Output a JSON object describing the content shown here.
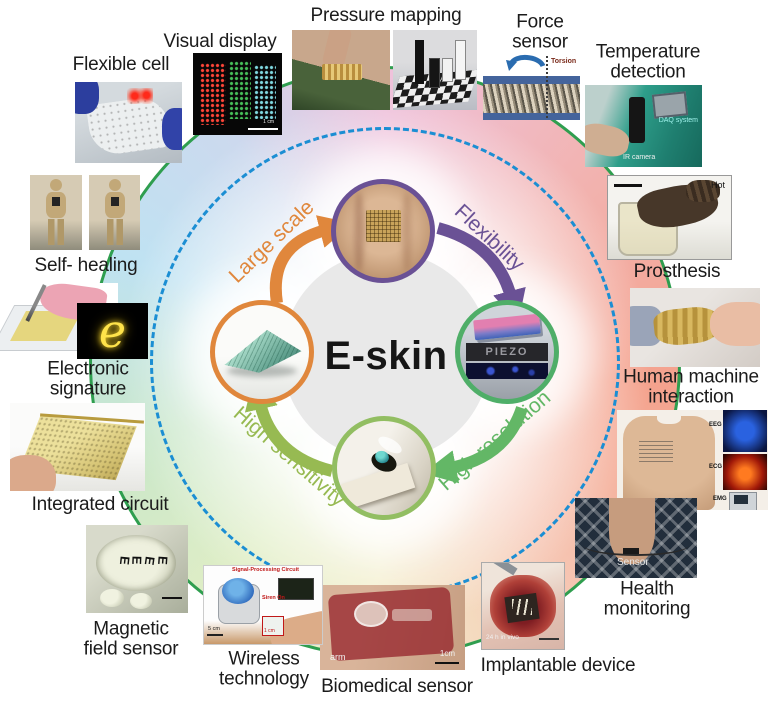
{
  "center_label": "E-skin",
  "cycle": {
    "large_scale": "Large scale",
    "flexibility": "Flexibility",
    "high_resolution": "High resolution",
    "high_sensitivity": "High sensitivity"
  },
  "labels": {
    "flexible_cell": "Flexible cell",
    "visual_display": "Visual display",
    "pressure_mapping": "Pressure mapping",
    "force_sensor": "Force sensor",
    "temperature_detection": "Temperature detection",
    "prosthesis": "Prosthesis",
    "human_machine_interaction": "Human machine interaction",
    "health_monitoring": "Health monitoring",
    "implantable_device": "Implantable device",
    "biomedical_sensor": "Biomedical sensor",
    "wireless_technology": "Wireless technology",
    "magnetic_field_sensor": "Magnetic field sensor",
    "integrated_circuit": "Integrated circuit",
    "electronic_signature": "Electronic signature",
    "self_healing": "Self- healing"
  },
  "annotations": {
    "torsion": "Torsion",
    "display_scale": "1 cm",
    "daq_system": "DAQ system",
    "ir_camera": "IR camera",
    "hot": "Hot",
    "eeg": "EEG",
    "ecg": "ECG",
    "emg": "EMG",
    "sensor": "Sensor",
    "in_vivo": "24 h in vivo",
    "arm": "arm",
    "arm_scale": "1cm",
    "signal_processing": "Signal-Processing Circuit",
    "siren_on": "Siren On",
    "wireless_scale_big": "5 cm",
    "wireless_scale_small": "1 cm",
    "piezo": "PIEZO",
    "signature_letter": "e"
  },
  "colors": {
    "outer_ring_green": "#2F9E4F",
    "dashed_ring_blue": "#1B8ED3",
    "large_scale_orange": "#E0873C",
    "flexibility_purple": "#6A5195",
    "high_resolution_green": "#63B766",
    "high_sensitivity_olive": "#97BA52",
    "center_circle_gray": "#E9E9E9"
  }
}
